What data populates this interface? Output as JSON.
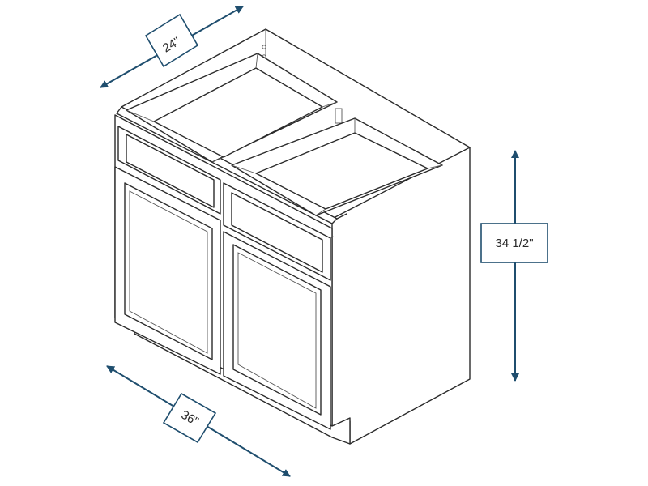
{
  "dimensions": {
    "depth": "24\"",
    "height": "34 1/2\"",
    "width": "36\""
  },
  "colors": {
    "dimension": "#1f4e6e",
    "outline": "#2b2b2b",
    "background": "#ffffff"
  }
}
